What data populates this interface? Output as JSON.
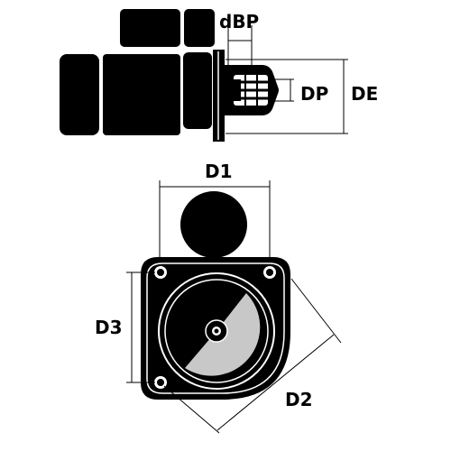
{
  "labels": {
    "dbp": "dBP",
    "dp": "DP",
    "de": "DE",
    "d1": "D1",
    "d2": "D2",
    "d3": "D3"
  },
  "colors": {
    "body": "#000000",
    "line": "#000000",
    "background": "#ffffff",
    "sector": "#c8c8c8"
  }
}
